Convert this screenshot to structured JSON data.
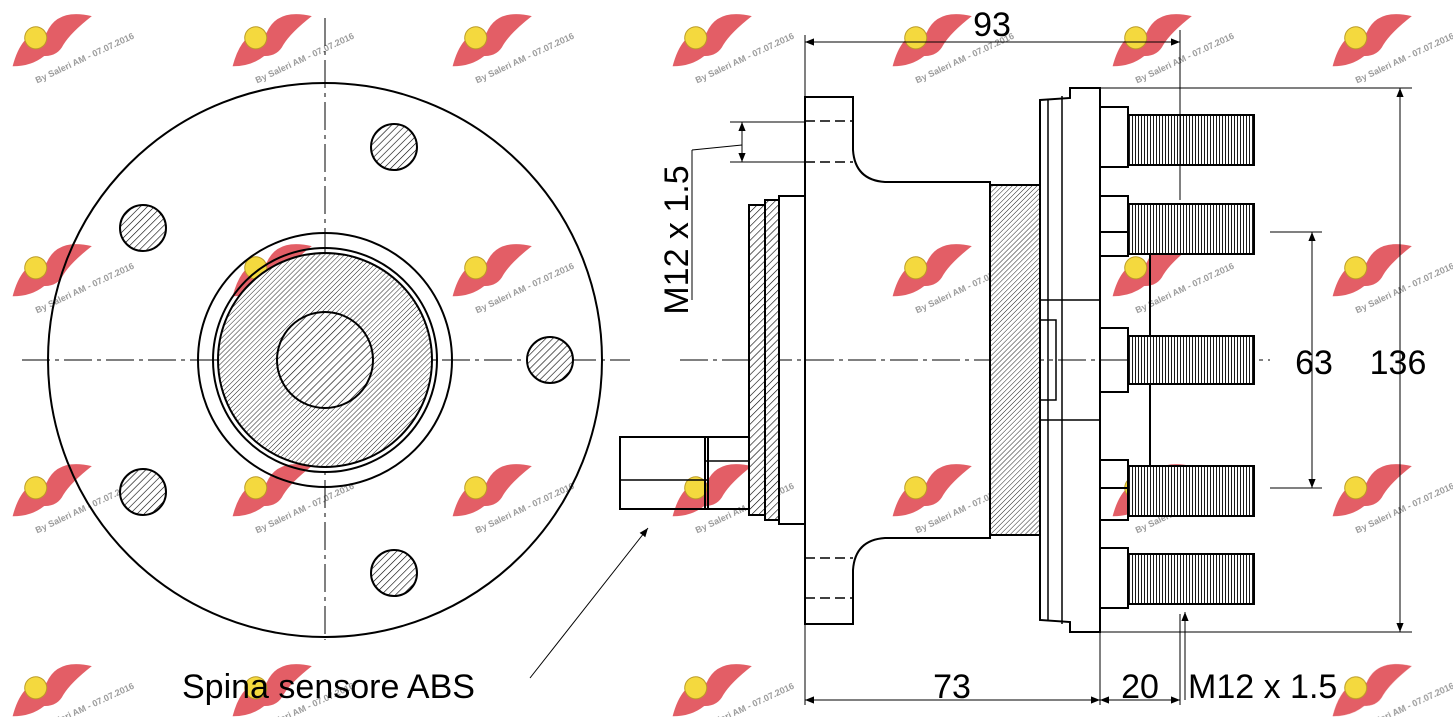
{
  "dimensions": {
    "overall_length": "93",
    "flange_to_hub": "73",
    "hub_stud_offset": "20",
    "pcd_inner": "63",
    "pcd_outer": "136",
    "thread_top": "M12 x 1.5",
    "thread_bottom": "M12 x 1.5"
  },
  "labels": {
    "abs_connector": "Spina sensore ABS"
  },
  "watermark": {
    "text": "By Saleri AM - 07.07.2016",
    "logo_color": "#d8202a",
    "logo_accent": "#f2d21c"
  },
  "colors": {
    "line": "#000000",
    "background": "#ffffff"
  }
}
